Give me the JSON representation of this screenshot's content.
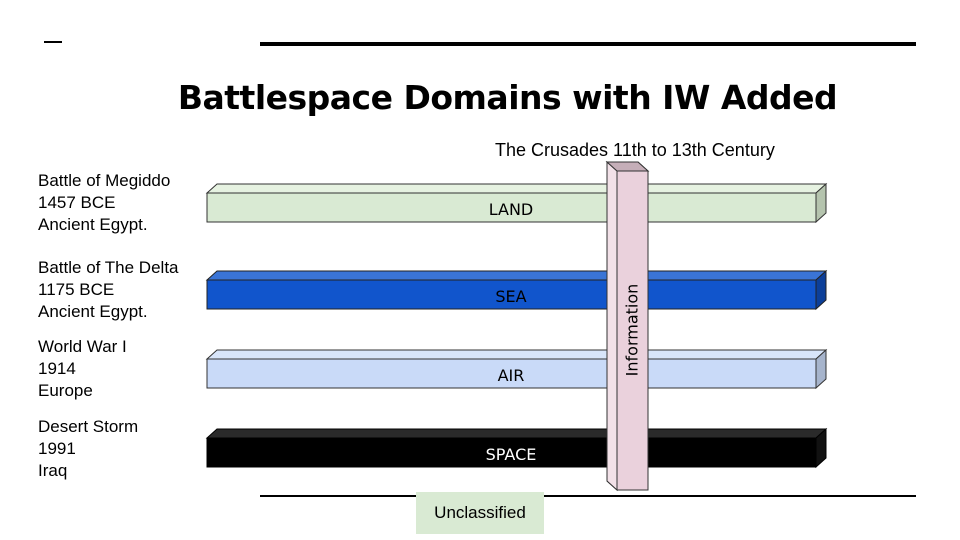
{
  "slide": {
    "title": "Battlespace Domains with IW Added",
    "crusades_label": "The Crusades 11th to 13th Century",
    "footer_label": "Unclassified"
  },
  "events": [
    {
      "lines": [
        "Battle of Megiddo",
        "1457 BCE",
        "Ancient Egypt."
      ]
    },
    {
      "lines": [
        "Battle of The Delta",
        "1175 BCE",
        "Ancient Egypt."
      ]
    },
    {
      "lines": [
        "World War I",
        "1914",
        "Europe"
      ]
    },
    {
      "lines": [
        "Desert Storm",
        "1991",
        "Iraq"
      ]
    }
  ],
  "domains": [
    {
      "label": "LAND",
      "front": "#d9ead3",
      "top": "#e6f2e1",
      "side": "#b5c4ae",
      "text": "#000000"
    },
    {
      "label": "SEA",
      "front": "#1155cc",
      "top": "#3a74d6",
      "side": "#0c3f99",
      "text": "#000000"
    },
    {
      "label": "AIR",
      "front": "#c9daf8",
      "top": "#d8e5fa",
      "side": "#a6b4cc",
      "text": "#000000"
    },
    {
      "label": "SPACE",
      "front": "#000000",
      "top": "#2a2a2a",
      "side": "#111111",
      "text": "#ffffff"
    }
  ],
  "information_pillar": {
    "label": "Information",
    "front": "#ead1dc",
    "top": "#c5aeb8",
    "side": "#f2e1e8"
  }
}
